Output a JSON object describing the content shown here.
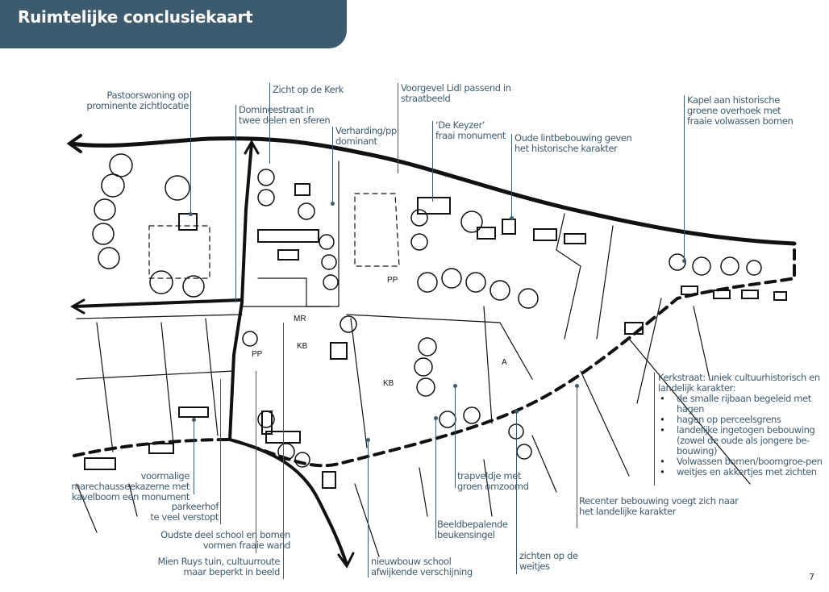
{
  "header": {
    "title": "Ruimtelijke conclusiekaart"
  },
  "map_labels": {
    "pp1": "PP",
    "pp2": "PP",
    "mr": "MR",
    "kb1": "KB",
    "kb2": "KB",
    "a": "A"
  },
  "annotations": {
    "pastoorswoning": [
      "Pastoorswoning op",
      "prominente zichtlocatie"
    ],
    "zicht_kerk": [
      "Zicht op de Kerk"
    ],
    "domineestraat": [
      "Domineestraat in",
      "twee delen en sferen"
    ],
    "verharding": [
      "Verharding/pp",
      "dominant"
    ],
    "voorgevel_lidl": [
      "Voorgevel Lidl passend in",
      "straatbeeld"
    ],
    "de_keyzer": [
      "‘De Keyzer’",
      "fraai monument"
    ],
    "oude_lint": [
      "Oude lintbebouwing geven",
      "het historische karakter"
    ],
    "kapel": [
      "Kapel aan historische",
      "groene overhoek met",
      "fraaie volwassen bomen"
    ],
    "kerkstraat": {
      "intro": [
        "Kerkstraat: uniek cultuurhistorisch en",
        "landelijk karakter:"
      ],
      "bullets": [
        "de smalle rijbaan begeleid met hagen",
        "hagen op perceelsgrens",
        "landelijke ingetogen bebouwing (zowel de oude als jongere be-bouwing)",
        "Volwassen bomen/boomgroe-pen",
        "weitjes en akkertjes met zichten"
      ]
    },
    "recenter": [
      "Recenter bebouwing voegt zich naar",
      "het landelijke karakter"
    ],
    "zichten_weitjes": [
      "zichten op de",
      "weitjes"
    ],
    "trapveldje": [
      "trapveldje met",
      "groen omzoomd"
    ],
    "beukensingel": [
      "Beeldbepalende",
      "beukensingel"
    ],
    "nieuwbouw": [
      "nieuwbouw school",
      "afwijkende verschijning"
    ],
    "mien_ruys": [
      "Mien Ruys tuin, cultuurroute",
      "maar beperkt in beeld"
    ],
    "oudste_deel": [
      "Oudste deel school en bomen",
      "vormen fraaie wand"
    ],
    "parkeerhof": [
      "parkeerhof",
      "te veel verstopt"
    ],
    "marechaussee": [
      "voormalige",
      "marechausseekazerne met",
      "kavelboom een monument"
    ]
  },
  "page_number": "7",
  "colors": {
    "accent": "#3d5b6e",
    "ink": "#111111"
  }
}
